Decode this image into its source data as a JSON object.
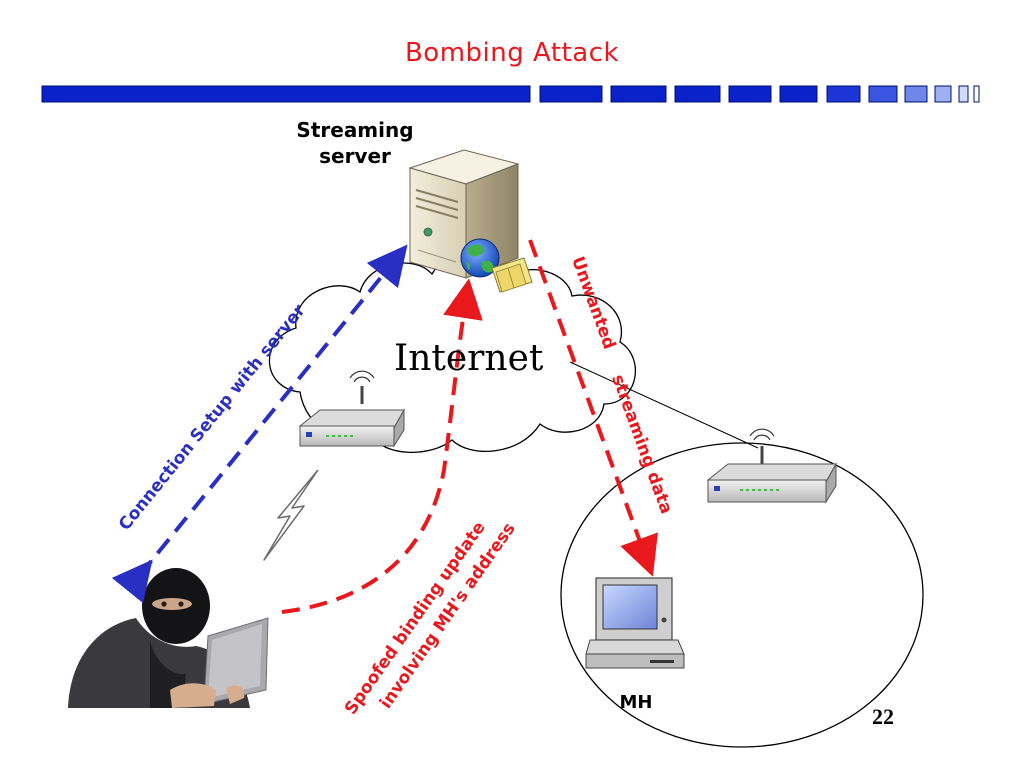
{
  "slide": {
    "title": "Bombing Attack",
    "page_number": "22"
  },
  "labels": {
    "streaming_server": "Streaming server",
    "internet": "Internet",
    "mh": "MH",
    "connection_setup": "Connection Setup with server",
    "spoofed_line1": "Spoofed binding update",
    "spoofed_line2": "involving MH's address",
    "unwanted_line1": "Unwanted",
    "unwanted_line2": "streaming data"
  },
  "colors": {
    "title": "#e8181d",
    "header_bar": "#0a22c9",
    "blue_arrow": "#2a2fc4",
    "red_arrow": "#e8181d",
    "blue_text": "#2a2fc4",
    "red_text": "#e8181d"
  },
  "icons": [
    "server-tower-icon",
    "globe-icon",
    "folder-icon",
    "wireless-router-icon",
    "laptop-icon",
    "lightning-icon",
    "hacker-photo"
  ]
}
